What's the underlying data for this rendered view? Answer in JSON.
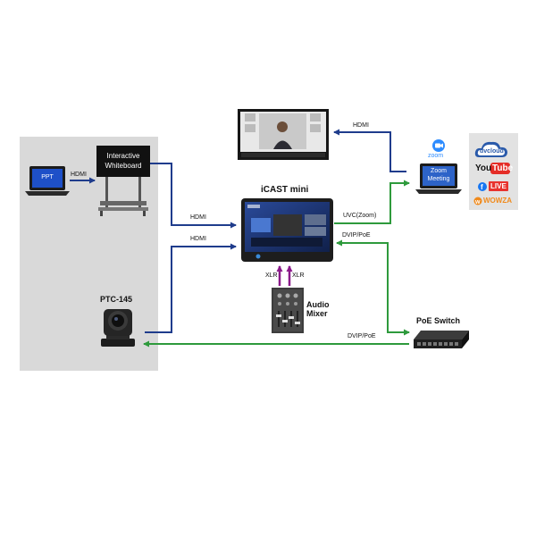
{
  "devices": {
    "ppt_label": "PPT",
    "whiteboard_label_line1": "Interactive",
    "whiteboard_label_line2": "Whiteboard",
    "icast_title": "iCAST mini",
    "audio_mixer_line1": "Audio",
    "audio_mixer_line2": "Mixer",
    "ptc_title": "PTC-145",
    "poe_switch_title": "PoE Switch",
    "zoom_logo": "zoom",
    "zoom_meeting_line1": "Zoom",
    "zoom_meeting_line2": "Meeting"
  },
  "connections": {
    "ppt_to_whiteboard": "HDMI",
    "whiteboard_to_icast": "HDMI",
    "ptc_to_icast": "HDMI",
    "zoom_to_tv": "HDMI",
    "icast_to_zoom": "UVC(Zoom)",
    "icast_to_poe": "DVIP/PoE",
    "ptc_to_poe": "DVIP/PoE",
    "xlr_left": "XLR",
    "xlr_right": "XLR"
  },
  "streaming_platforms": {
    "dvcloud": "dvcloud",
    "youtube_you": "You",
    "youtube_tube": "Tube",
    "facebook_live": "LIVE",
    "wowza": "WOWZA"
  },
  "colors": {
    "hdmi_line": "#1f3c8c",
    "network_line": "#2e9a3c",
    "xlr_line": "#8a1a8a",
    "room_background": "#d9d9d9",
    "platforms_background": "#e2e2e2",
    "youtube_red": "#e52d27",
    "facebook_blue": "#1877f2",
    "wowza_orange": "#f08a1c",
    "zoom_blue": "#2d8cff"
  },
  "icons": [
    "laptop-icon",
    "whiteboard-icon",
    "tv-icon",
    "icast-mini-icon",
    "audio-mixer-icon",
    "ptz-camera-icon",
    "poe-switch-icon",
    "dvcloud-logo",
    "youtube-logo",
    "facebook-live-logo",
    "wowza-logo",
    "zoom-logo"
  ]
}
